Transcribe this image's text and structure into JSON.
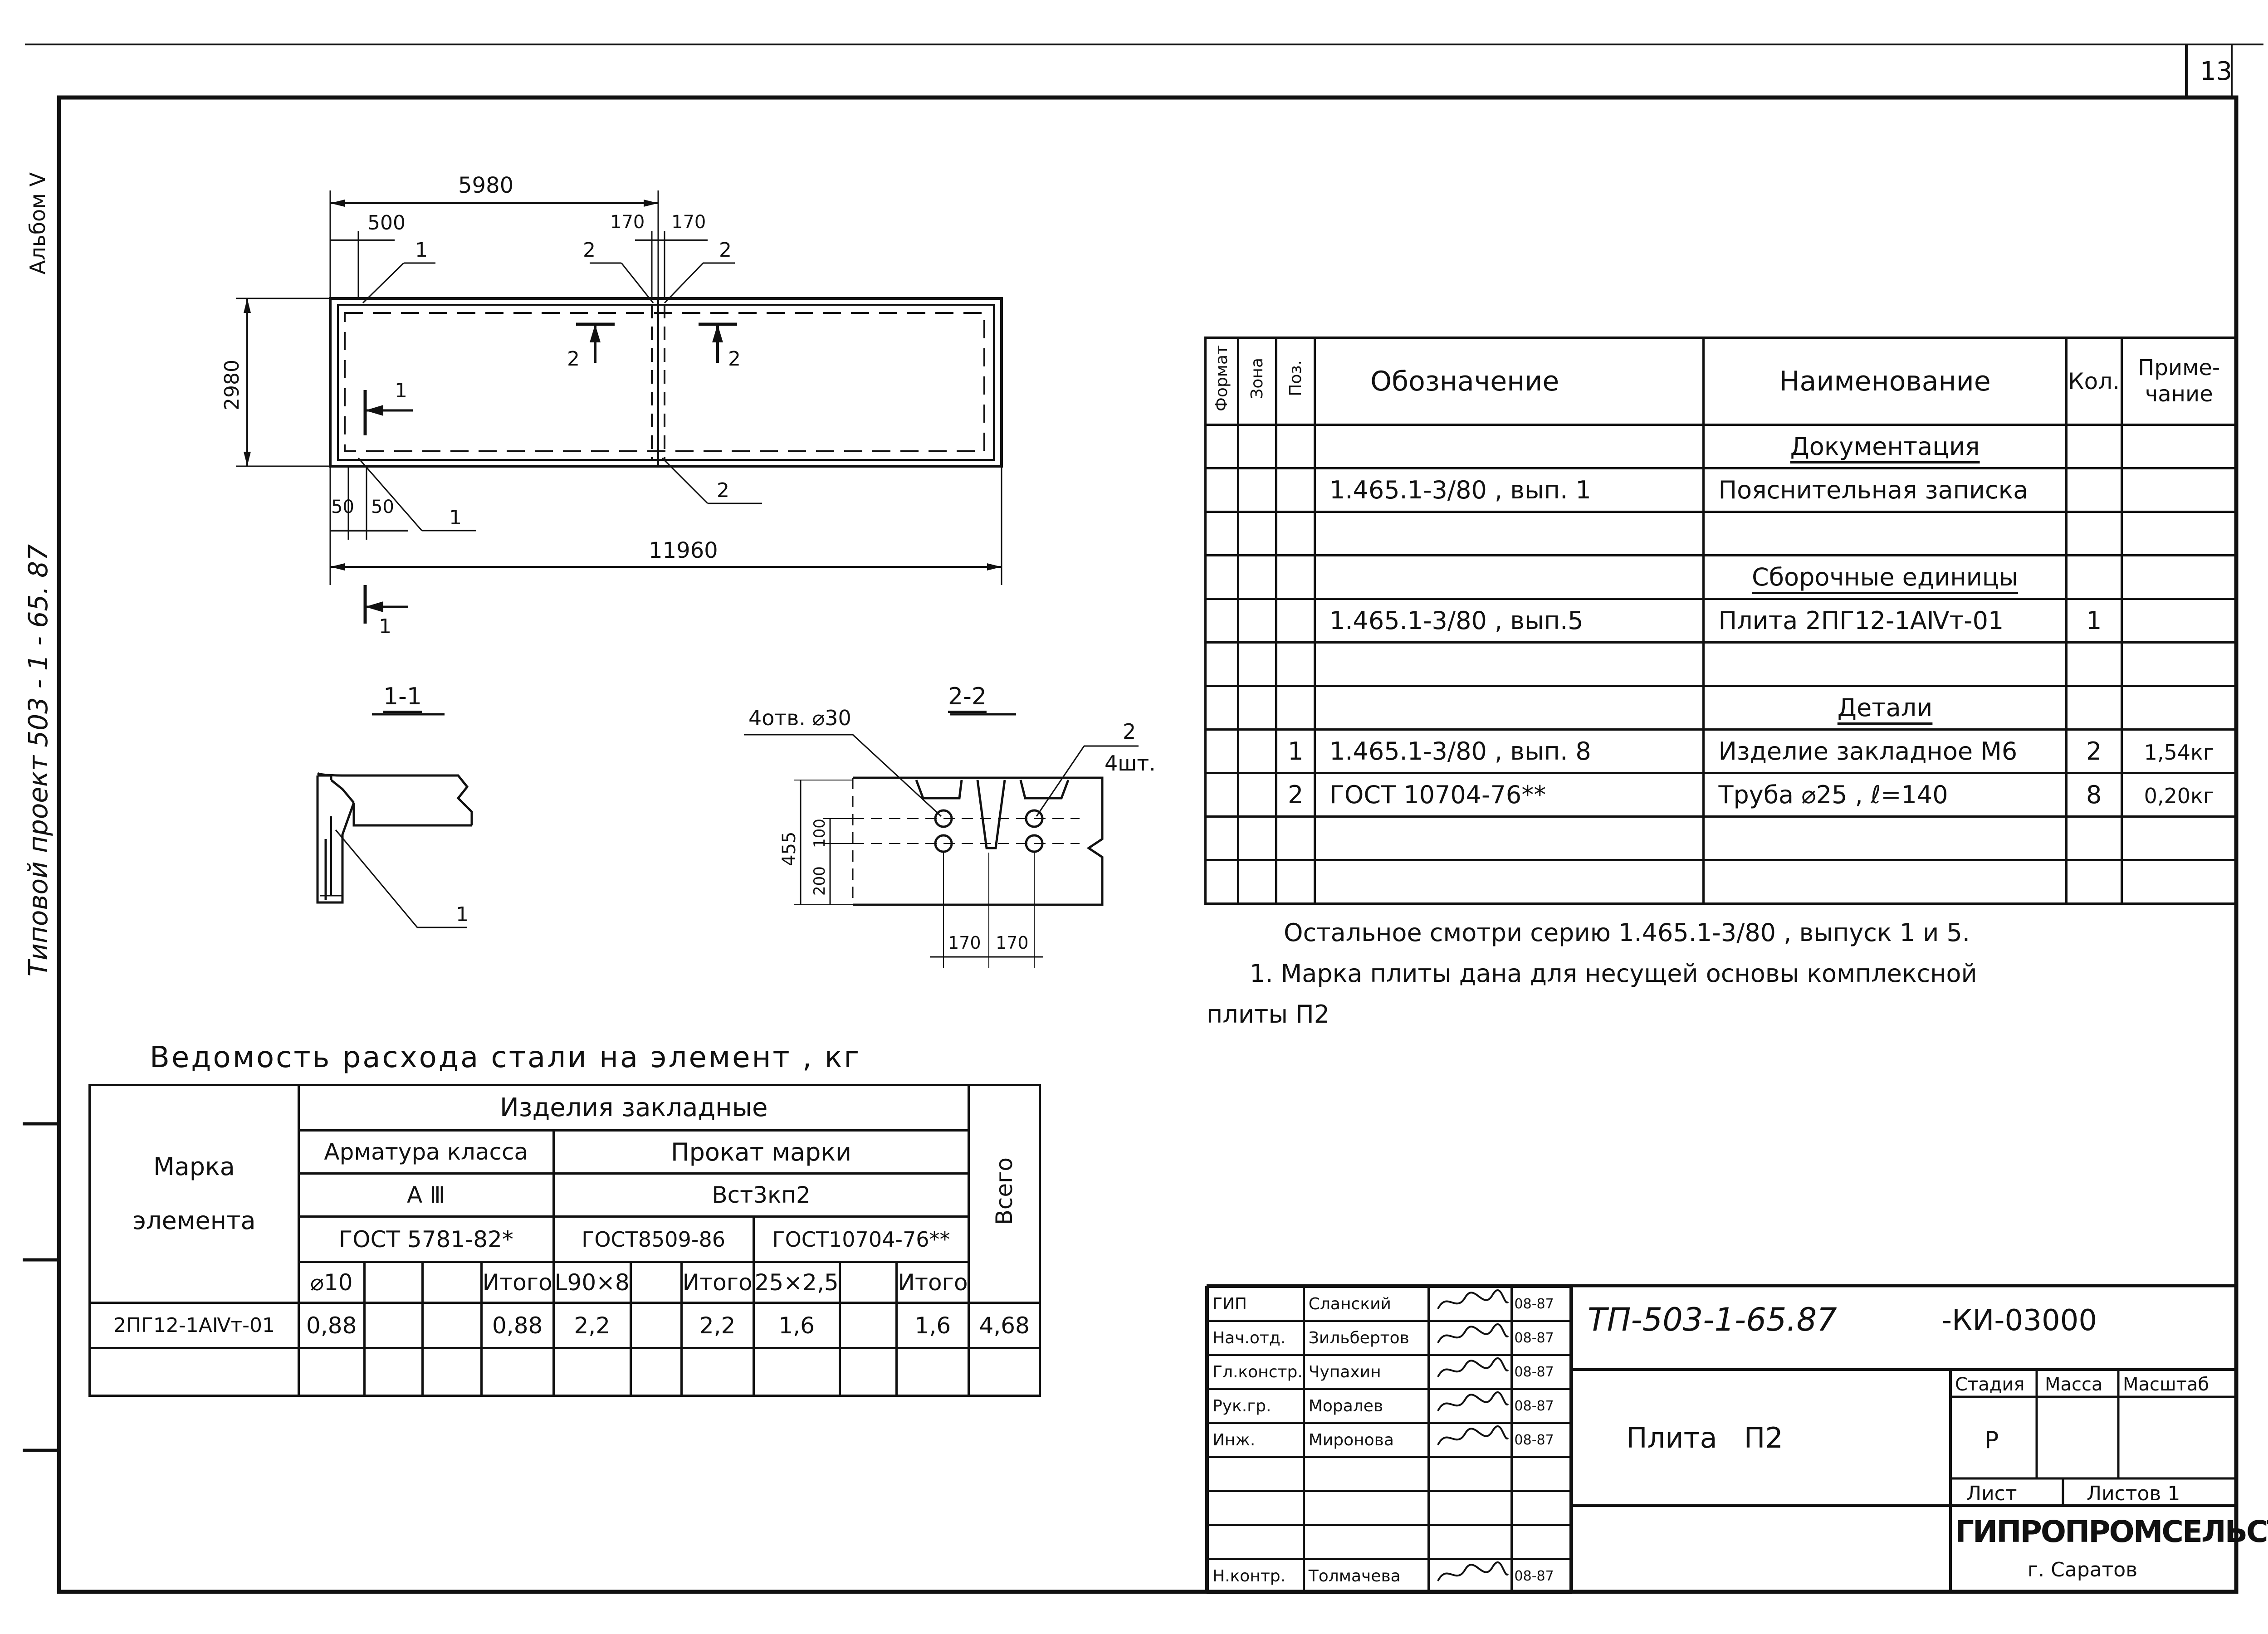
{
  "sheet_number": "13",
  "margin": {
    "album": "Альбом V",
    "project": "Типовой проект 503 - 1 - 65. 87"
  },
  "plan": {
    "dims": {
      "total_top": "5980",
      "d500": "500",
      "d170a": "170",
      "d170b": "170",
      "height": "2980",
      "d50a": "50",
      "d50b": "50",
      "total_bottom": "11960"
    },
    "callouts": {
      "c1_top": "1",
      "c2_topa": "2",
      "c2_topb": "2",
      "c1_bottom": "1",
      "c2_bottom": "2",
      "sec2a": "2",
      "sec2b": "2",
      "sec1a": "1",
      "sec1b": "1"
    }
  },
  "section_1_1": {
    "title": "1-1",
    "callout": "1"
  },
  "section_2_2": {
    "title": "2-2",
    "holes": "4отв. ⌀30",
    "callout": "2",
    "qty": "4шт.",
    "d455": "455",
    "d100": "100",
    "d200": "200",
    "d170a": "170",
    "d170b": "170"
  },
  "spec_table": {
    "headers": {
      "format": "Формат",
      "zone": "Зона",
      "pos": "Поз.",
      "designation": "Обозначение",
      "name": "Наименование",
      "qty": "Кол.",
      "note": "Приме-чание"
    },
    "rows": [
      {
        "pos": "",
        "designation": "",
        "name": "Документация",
        "qty": "",
        "note": "",
        "heading": true
      },
      {
        "pos": "",
        "designation": "1.465.1-3/80 , вып. 1",
        "name": "Пояснительная записка",
        "qty": "",
        "note": ""
      },
      {
        "pos": "",
        "designation": "",
        "name": "",
        "qty": "",
        "note": ""
      },
      {
        "pos": "",
        "designation": "",
        "name": "Сборочные единицы",
        "qty": "",
        "note": "",
        "heading": true
      },
      {
        "pos": "",
        "designation": "1.465.1-3/80 , вып.5",
        "name": "Плита 2ПГ12-1АⅣт-01",
        "qty": "1",
        "note": ""
      },
      {
        "pos": "",
        "designation": "",
        "name": "",
        "qty": "",
        "note": ""
      },
      {
        "pos": "",
        "designation": "",
        "name": "Детали",
        "qty": "",
        "note": "",
        "heading": true
      },
      {
        "pos": "1",
        "designation": "1.465.1-3/80 , вып. 8",
        "name": "Изделие закладное М6",
        "qty": "2",
        "note": "1,54кг"
      },
      {
        "pos": "2",
        "designation": "ГОСТ 10704-76**",
        "name": "Труба ⌀25 , ℓ=140",
        "qty": "8",
        "note": "0,20кг"
      },
      {
        "pos": "",
        "designation": "",
        "name": "",
        "qty": "",
        "note": ""
      },
      {
        "pos": "",
        "designation": "",
        "name": "",
        "qty": "",
        "note": ""
      }
    ]
  },
  "notes": {
    "line1": "Остальное смотри серию 1.465.1-3/80 , выпуск 1 и 5.",
    "line2": "1. Марка плиты дана для несущей основы комплексной",
    "line3": "плиты П2"
  },
  "steel_table": {
    "title": "Ведомость расхода стали на элемент , кг",
    "mark_header": "Марка элемента",
    "embedded": "Изделия закладные",
    "rebar_class": "Арматура класса",
    "rolled": "Прокат марки",
    "a3": "А Ⅲ",
    "vst": "Вст3кп2",
    "gost1": "ГОСТ 5781-82*",
    "gost2": "ГОСТ8509-86",
    "gost3": "ГОСТ10704-76**",
    "total_header": "Всего",
    "sub": [
      "⌀10",
      "",
      "",
      "Итого",
      "L90×8",
      "",
      "Итого",
      "25×2,5",
      "",
      "Итого"
    ],
    "row": [
      "2ПГ12-1АⅣт-01",
      "0,88",
      "",
      "",
      "0,88",
      "2,2",
      "",
      "2,2",
      "1,6",
      "",
      "1,6",
      "4,68"
    ]
  },
  "title_block": {
    "staff": [
      {
        "role": "ГИП",
        "name": "Сланский",
        "date": "08-87"
      },
      {
        "role": "Нач.отд.",
        "name": "Зильбертов",
        "date": "08-87"
      },
      {
        "role": "Гл.констр.",
        "name": "Чупахин",
        "date": "08-87"
      },
      {
        "role": "Рук.гр.",
        "name": "Моралев",
        "date": "08-87"
      },
      {
        "role": "Инж.",
        "name": "Миронова",
        "date": "08-87"
      },
      {
        "role": "",
        "name": "",
        "date": ""
      },
      {
        "role": "",
        "name": "",
        "date": ""
      },
      {
        "role": "",
        "name": "",
        "date": ""
      },
      {
        "role": "Н.контр.",
        "name": "Толмачева",
        "date": "08-87"
      }
    ],
    "code": "ТП-503-1-65.87",
    "code2": "-КИ-03000",
    "name": "Плита   П2",
    "stage_h": "Стадия",
    "mass_h": "Масса",
    "scale_h": "Масштаб",
    "stage": "Р",
    "sheet_h": "Лист",
    "sheets_h": "Листов 1",
    "org": "ГИПРОПРОМСЕЛЬСТРОЙ",
    "city": "г. Саратов"
  }
}
